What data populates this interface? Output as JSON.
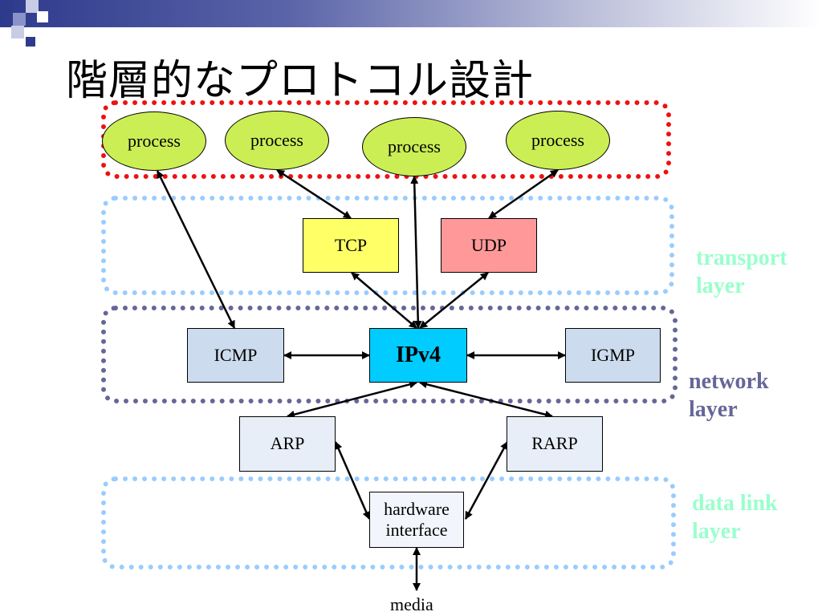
{
  "slide": {
    "title": "階層的なプロトコル設計"
  },
  "processes": [
    "process",
    "process",
    "process",
    "process"
  ],
  "protocols": {
    "tcp": "TCP",
    "udp": "UDP",
    "icmp": "ICMP",
    "ipv4": "IPv4",
    "igmp": "IGMP",
    "arp": "ARP",
    "rarp": "RARP",
    "hardware_interface": "hardware interface"
  },
  "media": "media",
  "layers": {
    "transport": {
      "line1": "transport",
      "line2": "layer",
      "color": "#99ffcc"
    },
    "network": {
      "line1": "network",
      "line2": "layer",
      "color": "#666699"
    },
    "data_link": {
      "line1": "data link",
      "line2": "layer",
      "color": "#99ffcc"
    }
  },
  "colors": {
    "process_fill": "#ccee55",
    "tcp_fill": "#ffff66",
    "udp_fill": "#ff9999",
    "ipv4_fill": "#00ccff",
    "icmp_fill": "#ccdbee",
    "arp_fill": "#e8eef8",
    "application_border": "#ee1111",
    "transport_border": "#99ccff",
    "network_border": "#666699",
    "datalink_border": "#99ccff"
  }
}
